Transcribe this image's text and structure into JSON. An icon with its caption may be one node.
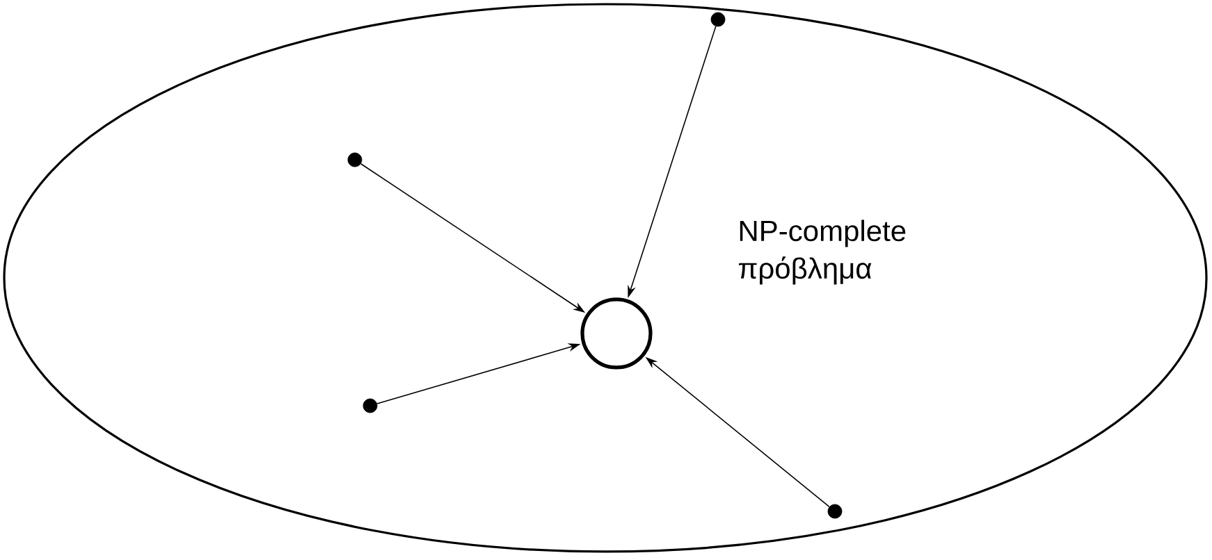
{
  "diagram": {
    "nodes": [
      {
        "text": [],
        "shape": "ellipse"
      },
      {
        "text": [],
        "shape": "circle",
        "in": 0
      },
      {
        "text": [],
        "shape": "circle",
        "in": 0
      },
      {
        "text": [],
        "shape": "circle",
        "in": 0,
        "beside": [
          "NP-complete πρόβλημα"
        ]
      },
      {
        "text": [],
        "shape": "circle",
        "in": 0
      },
      {
        "text": [],
        "shape": "circle",
        "in": 0
      }
    ],
    "edges": [
      {
        "from": 1,
        "to": 3,
        "arrow": "to"
      },
      {
        "from": 2,
        "to": 3,
        "arrow": "to"
      },
      {
        "from": 4,
        "to": 3,
        "arrow": "to"
      },
      {
        "from": 5,
        "to": 3,
        "arrow": "to"
      }
    ]
  }
}
